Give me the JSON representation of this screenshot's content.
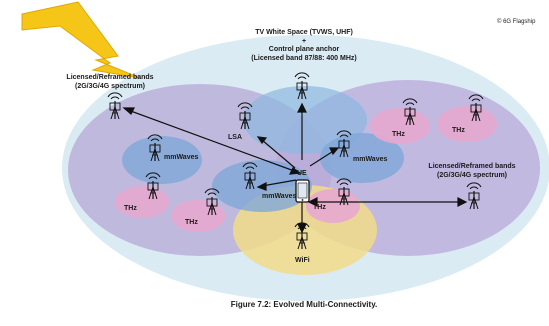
{
  "copyright": "© 6G Flagship",
  "tvws": {
    "line1": "TV White Space (TVWS, UHF)",
    "line2": "+",
    "line3": "Control plane anchor",
    "line4": "(Licensed band 87/88: 400 MHz)"
  },
  "licensed_left": {
    "line1": "Licensed/Reframed bands",
    "line2": "(2G/3G/4G spectrum)"
  },
  "licensed_right": {
    "line1": "Licensed/Reframed bands",
    "line2": "(2G/3G/4G spectrum)"
  },
  "labels": {
    "lsa": "LSA",
    "ue": "UE",
    "mmwaves_left": "mmWaves",
    "mmwaves_right": "mmWaves",
    "mmwaves_center": "mmWaves",
    "thz_left_top": "THz",
    "thz_left_bottom": "THz",
    "thz_center": "THz",
    "thz_right_1": "THz",
    "thz_right_2": "THz",
    "wifi": "WiFi"
  },
  "caption": "Figure 7.2: Evolved Multi-Connectivity.",
  "colors": {
    "outer": "#d3e7f2",
    "big_left": "#b6a9d6",
    "big_right": "#b8a8d8",
    "top_blue": "#8db8e0",
    "mm_blue": "#7fa8d8",
    "wifi_yellow": "#f1dc8a",
    "thz_pink": "#e7a8cf",
    "lightning": "#f5c518"
  }
}
